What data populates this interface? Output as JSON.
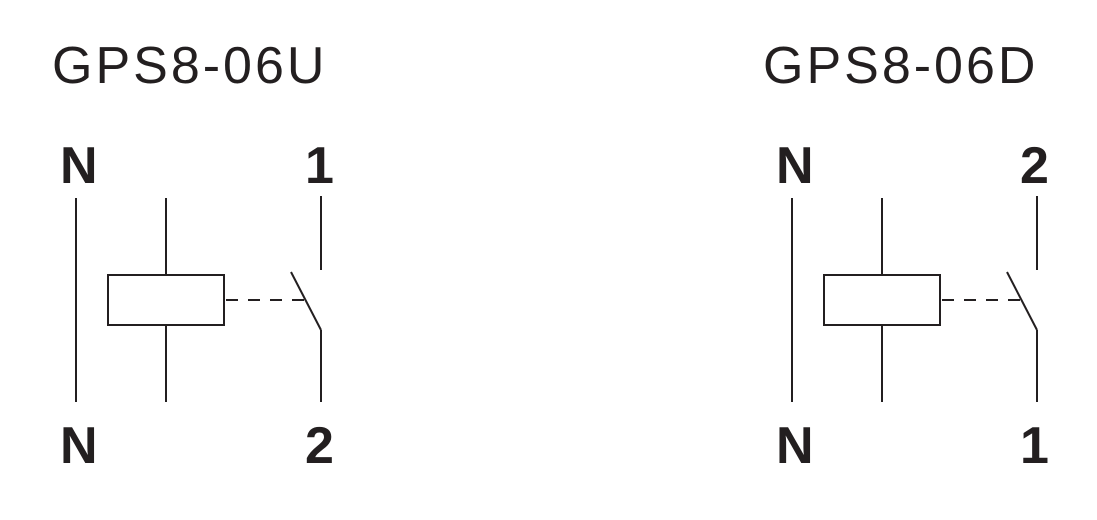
{
  "diagrams": [
    {
      "title": "GPS8-06U",
      "terminals": {
        "top_left": "N",
        "bottom_left": "N",
        "top_right": "1",
        "bottom_right": "2"
      }
    },
    {
      "title": "GPS8-06D",
      "terminals": {
        "top_left": "N",
        "bottom_left": "N",
        "top_right": "2",
        "bottom_right": "1"
      }
    }
  ],
  "colors": {
    "ink": "#231f20",
    "background": "#ffffff"
  }
}
